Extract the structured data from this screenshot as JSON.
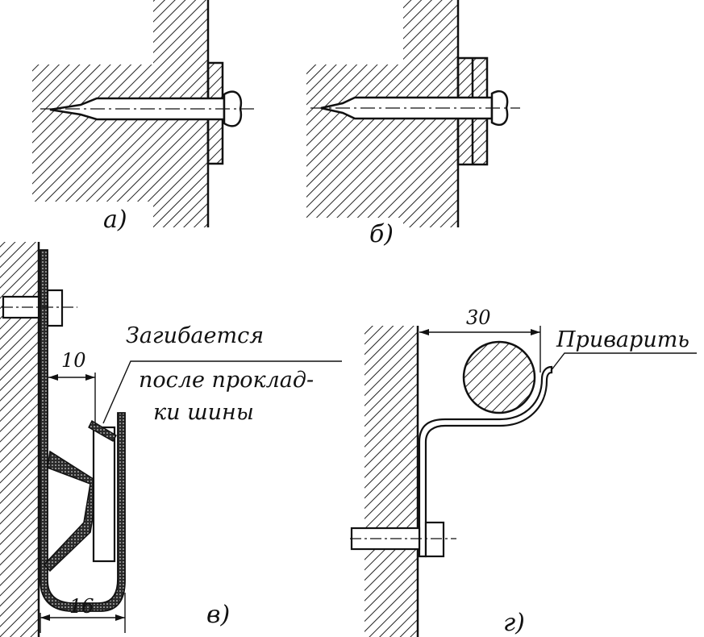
{
  "labels": {
    "a": "а)",
    "b": "б)",
    "v": "в)",
    "g": "г)",
    "bent": "Загибается",
    "after_line1": "после проклад-",
    "after_line2": "ки шины",
    "weld": "Приварить"
  },
  "dimensions": {
    "gap": "10",
    "width": "16",
    "radius": "30"
  }
}
